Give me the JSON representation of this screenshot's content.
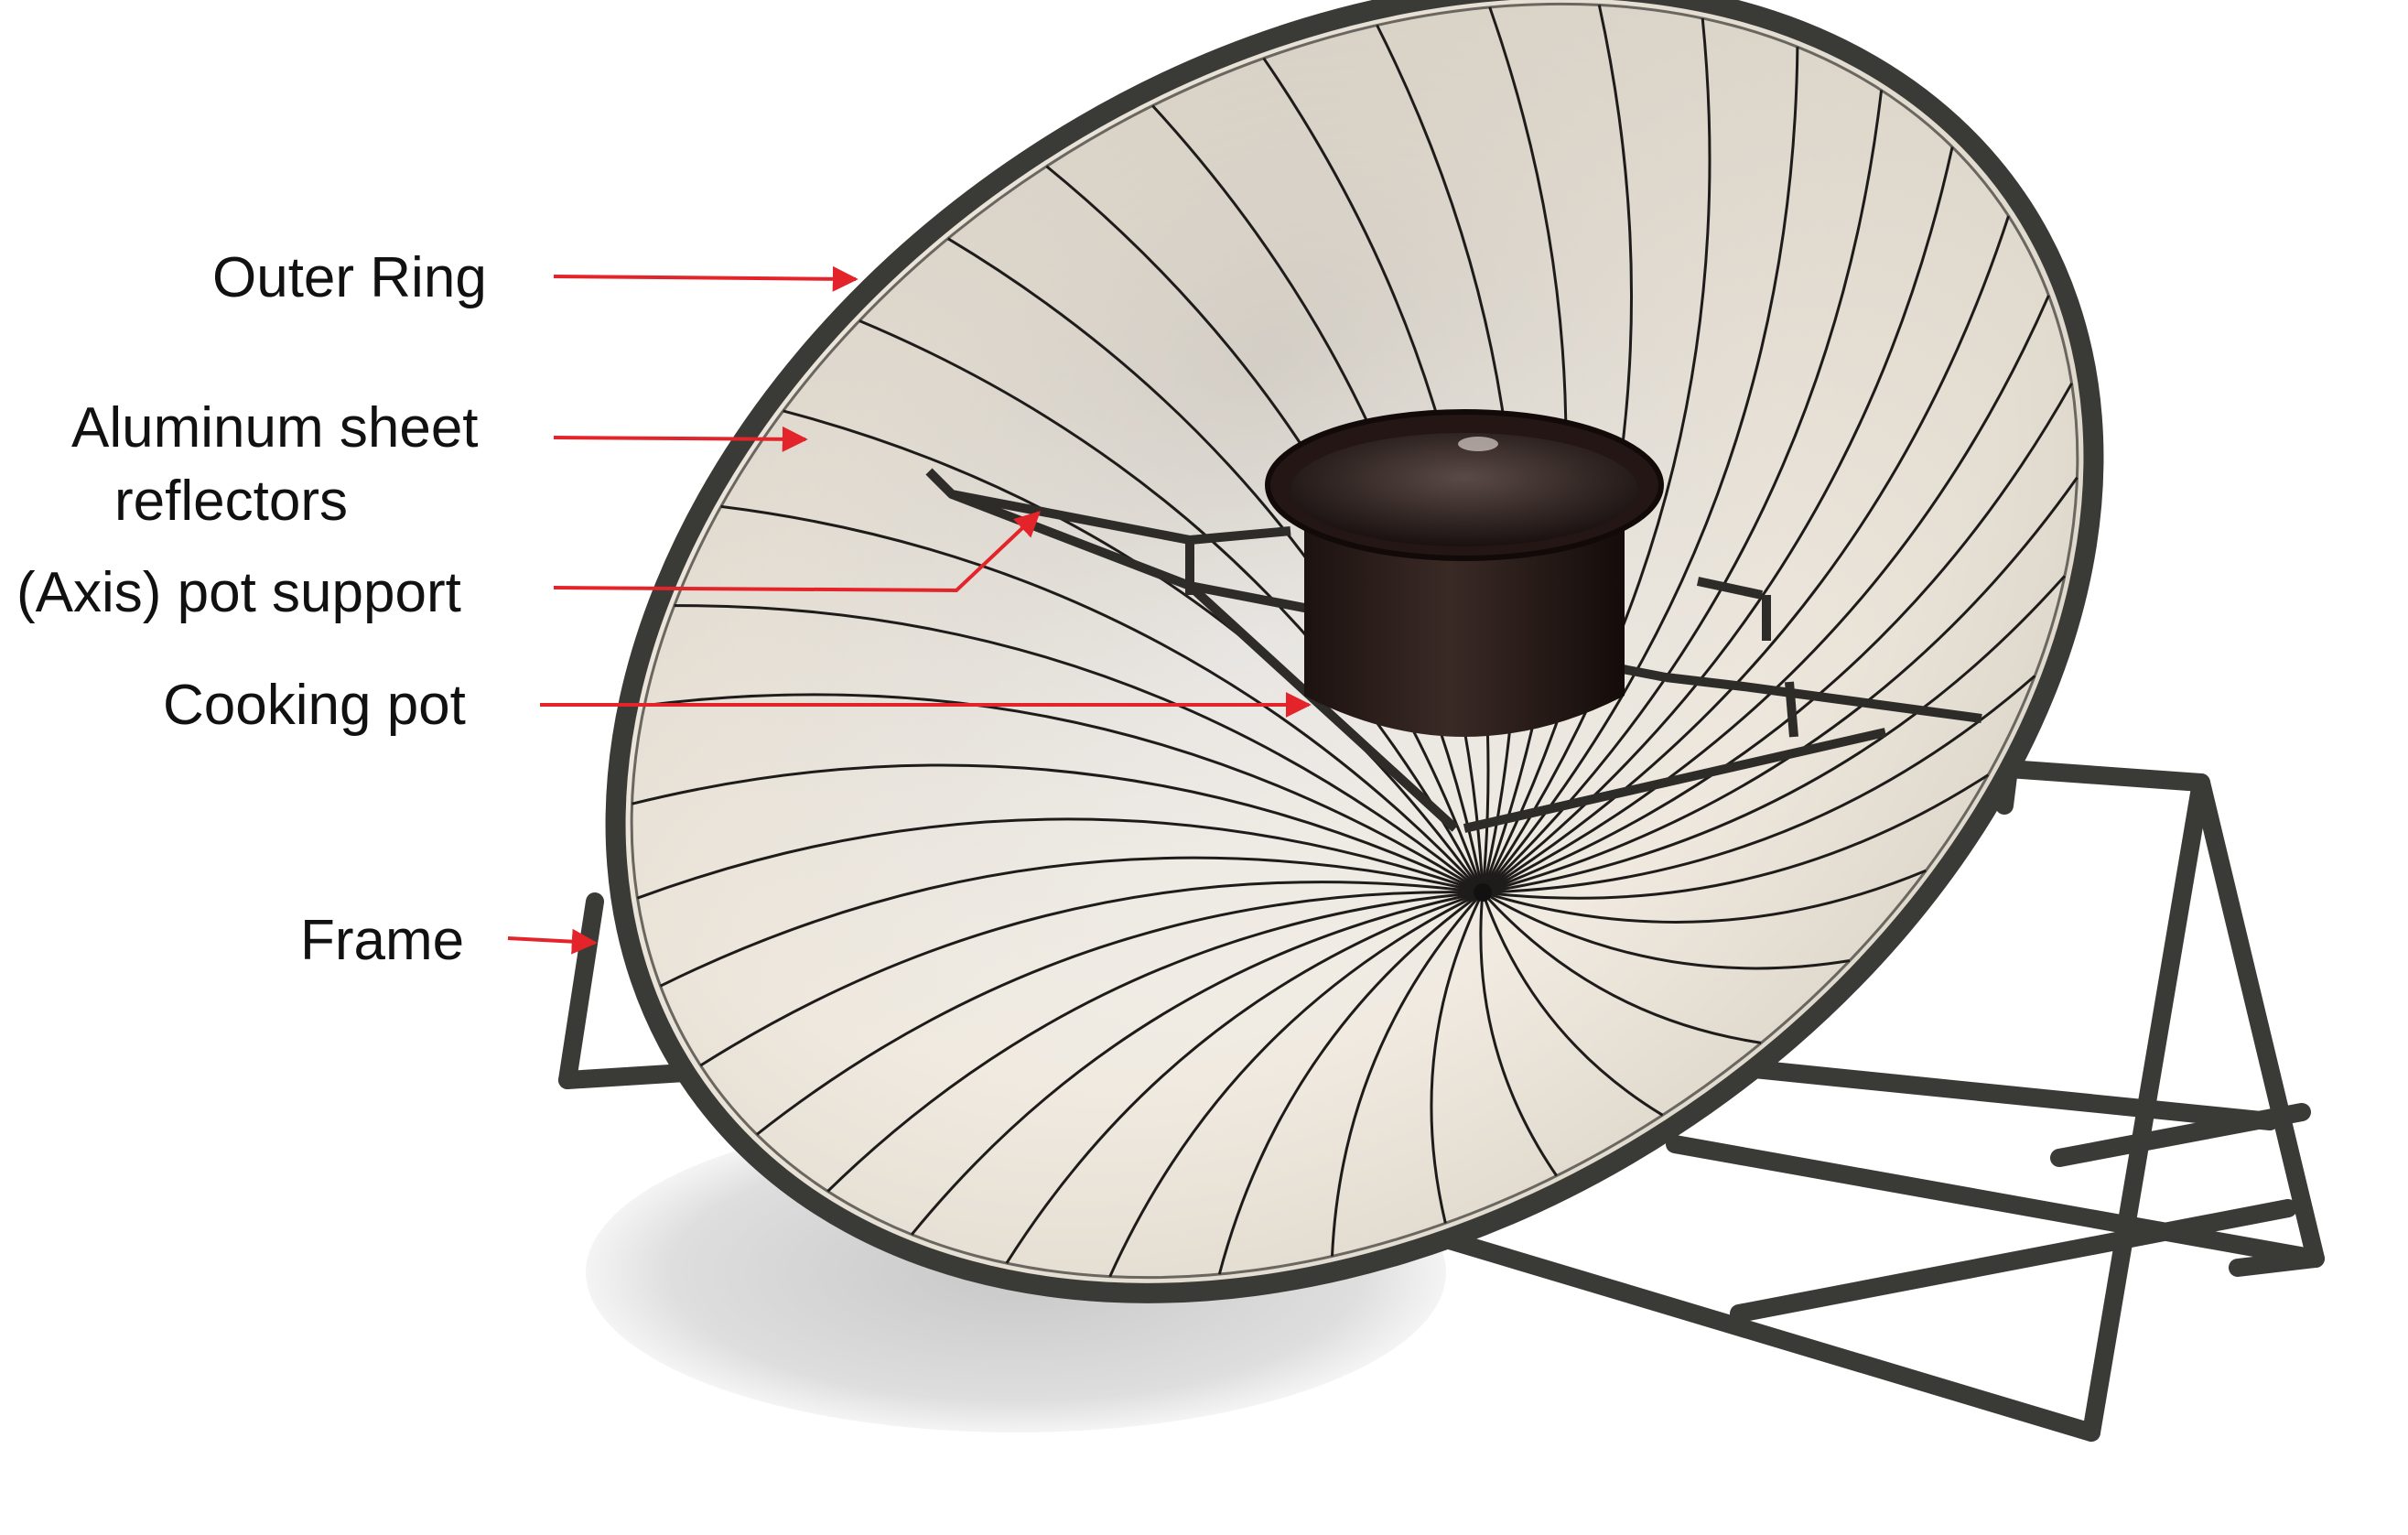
{
  "labels": {
    "outer_ring": "Outer Ring",
    "aluminum_line1": "Aluminum sheet",
    "aluminum_line2": "reflectors",
    "pot_support": "(Axis) pot support",
    "cooking_pot": "Cooking pot",
    "frame": "Frame"
  },
  "colors": {
    "arrow": "#e3242b",
    "frame_metal": "#3a3a36",
    "reflector": "#ece7dd",
    "pot": "#2a1a18"
  }
}
